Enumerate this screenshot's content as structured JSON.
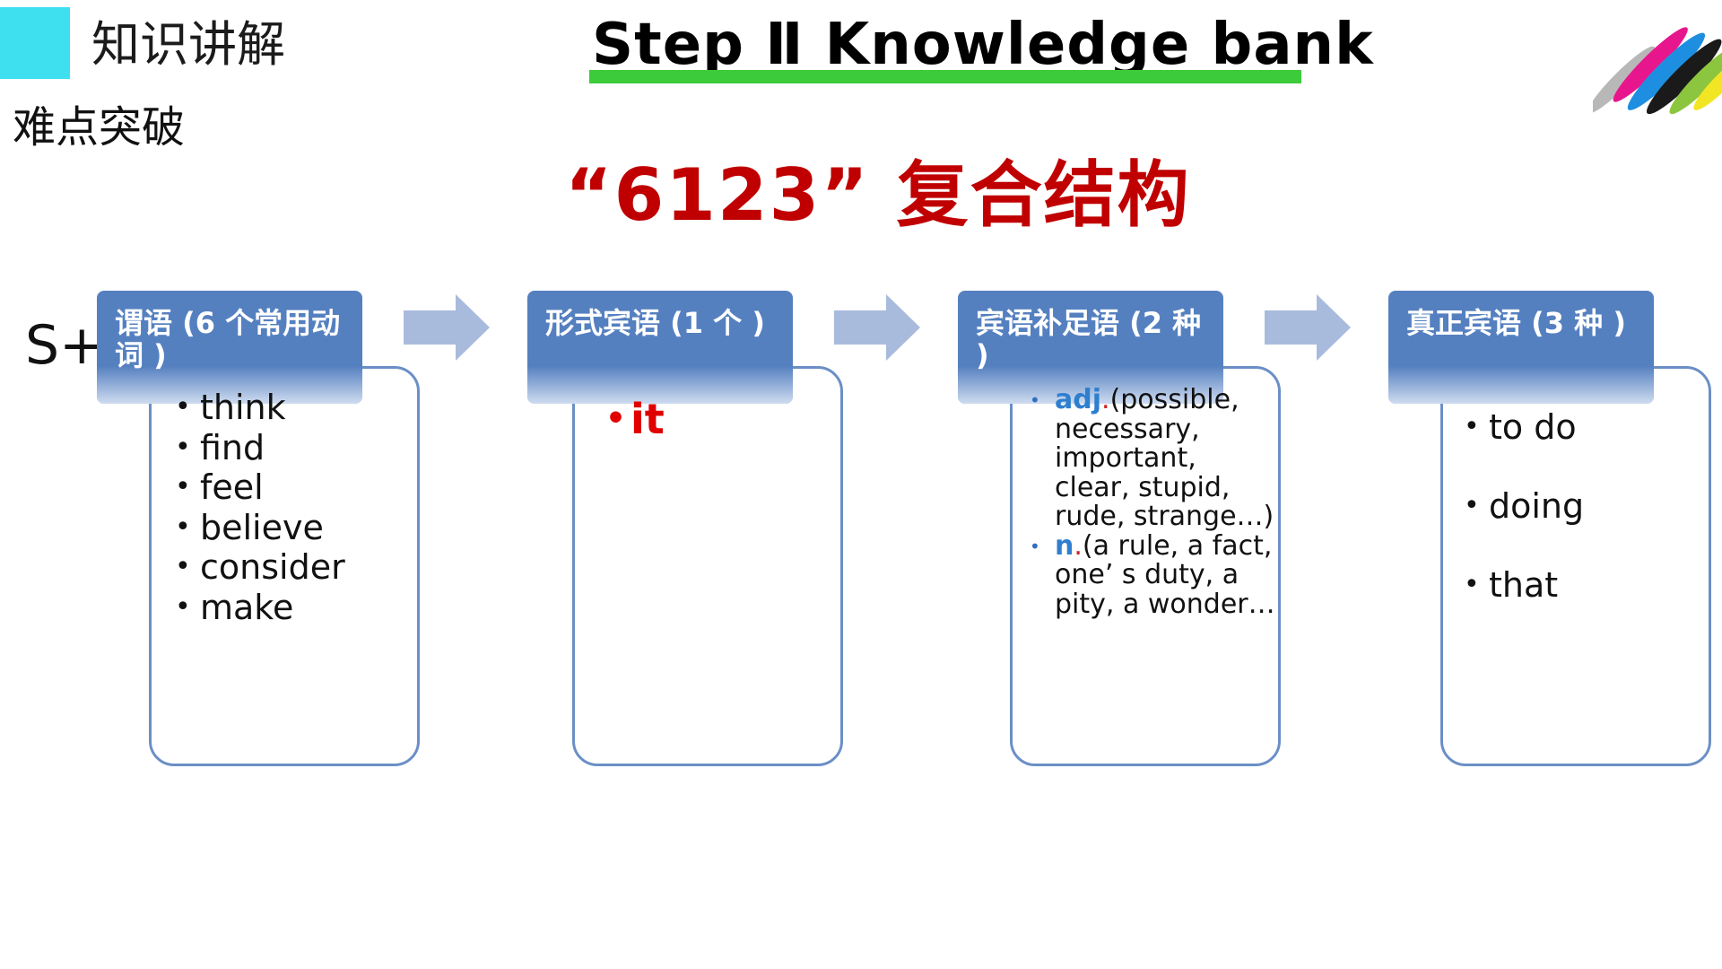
{
  "header": {
    "section_title": "知识讲解",
    "sub_title": "难点突破",
    "step_heading": "Step Ⅱ Knowledge bank"
  },
  "main_title": "“6123” 复合结构",
  "subject": "S+",
  "columns": [
    {
      "header": "谓语 (6 个常用动词 )",
      "items": [
        "think",
        "find",
        "feel",
        "believe",
        "consider",
        "make"
      ]
    },
    {
      "header": "形式宾语 (1 个 )",
      "items": [
        "it"
      ]
    },
    {
      "header": "宾语补足语 (2 种 )",
      "items": [
        {
          "keyword": "adj",
          "dot": ".",
          "lines": [
            "(possible,",
            "necessary,",
            "important,",
            "clear, stupid,",
            "rude, strange…)"
          ]
        },
        {
          "keyword": "n",
          "dot": ".",
          "lines": [
            "(a rule, a fact,",
            "one’ s duty, a",
            "pity, a wonder…"
          ]
        }
      ]
    },
    {
      "header": "真正宾语 (3 种 )",
      "items": [
        "to do",
        "doing",
        "that"
      ]
    }
  ],
  "colors": {
    "accent_cyan": "#3ee0f0",
    "underline_green": "#3ccb3a",
    "title_red": "#c00000",
    "header_blue": "#5580c0",
    "card_border": "#6b8fc6",
    "arrow_fill": "#a9bbdd",
    "keyword_blue": "#2f7fcf"
  },
  "icons": [
    "logo-stripes-icon",
    "arrow-right-icon"
  ]
}
